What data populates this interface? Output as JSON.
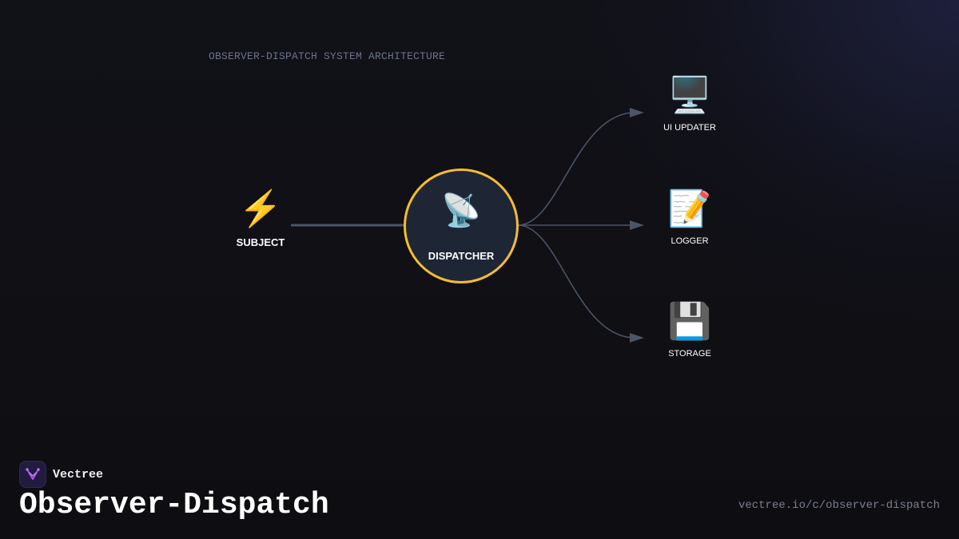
{
  "diagram": {
    "title": "OBSERVER-DISPATCH SYSTEM ARCHITECTURE",
    "nodes": {
      "subject": {
        "label": "SUBJECT",
        "icon": "lightning-icon",
        "glyph": "⚡"
      },
      "dispatcher": {
        "label": "DISPATCHER",
        "icon": "satellite-dish-icon",
        "glyph": "📡",
        "border_color": "#f4bd2f"
      },
      "ui_updater": {
        "label": "UI UPDATER",
        "icon": "desktop-computer-icon",
        "glyph": "🖥️"
      },
      "logger": {
        "label": "LOGGER",
        "icon": "memo-icon",
        "glyph": "📝"
      },
      "storage": {
        "label": "STORAGE",
        "icon": "floppy-disk-icon",
        "glyph": "💾"
      }
    },
    "edges": [
      {
        "from": "subject",
        "to": "dispatcher"
      },
      {
        "from": "dispatcher",
        "to": "ui_updater"
      },
      {
        "from": "dispatcher",
        "to": "logger"
      },
      {
        "from": "dispatcher",
        "to": "storage"
      }
    ],
    "edge_color": "#4a5567"
  },
  "footer": {
    "brand": "Vectree",
    "title": "Observer-Dispatch",
    "url": "vectree.io/c/observer-dispatch"
  }
}
